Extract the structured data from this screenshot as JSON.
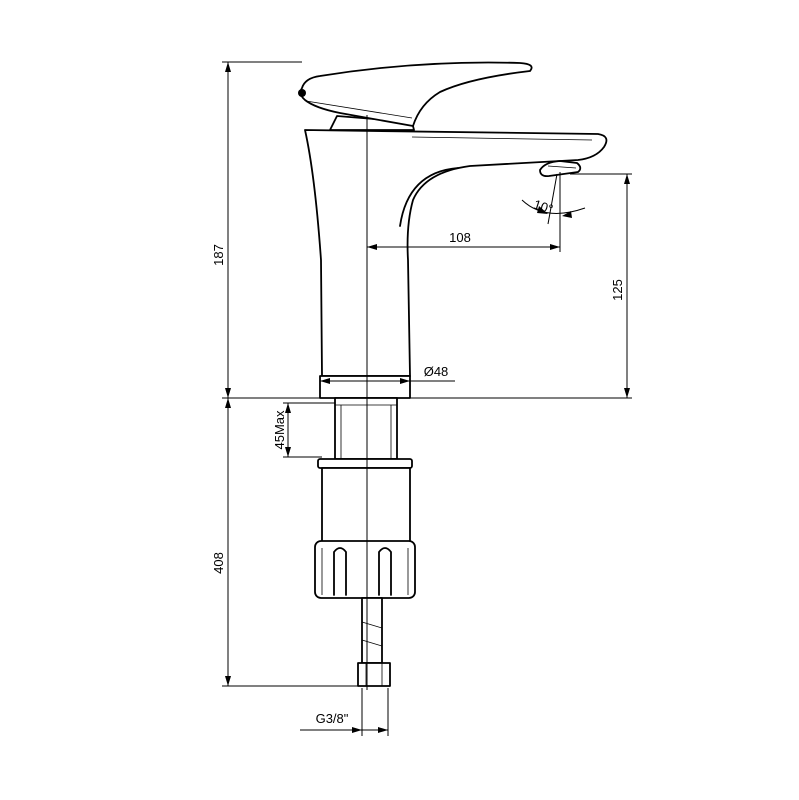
{
  "colors": {
    "stroke": "#000000",
    "background": "#ffffff"
  },
  "labels": {
    "height_above_deck": "187",
    "spout_reach": "108",
    "spout_height": "125",
    "spout_angle": "10°",
    "base_diameter": "Ø48",
    "max_deck_thickness": "45Max",
    "hose_length": "408",
    "connection_thread": "G3/8\""
  }
}
